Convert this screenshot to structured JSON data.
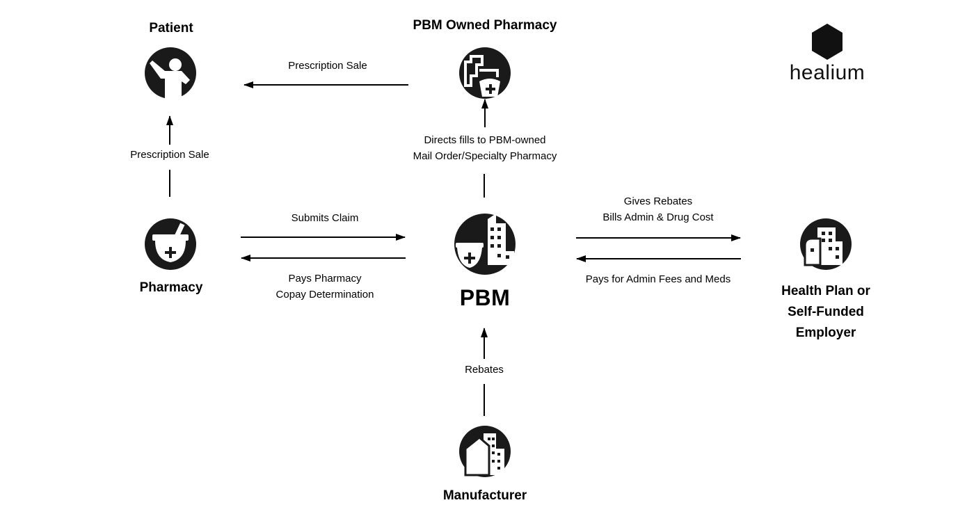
{
  "brand": {
    "logo_text": "healium",
    "logo_icon": "hexagon-icon"
  },
  "nodes": {
    "patient": {
      "title": "Patient",
      "icon": "person-waving-icon"
    },
    "pbm_pharmacy": {
      "title": "PBM Owned Pharmacy",
      "icon": "pharmacy-building-icon"
    },
    "pharmacy": {
      "title": "Pharmacy",
      "icon": "mortar-pestle-icon"
    },
    "pbm": {
      "title": "PBM",
      "icon": "mortar-building-icon"
    },
    "health_plan": {
      "title_lines": [
        "Health Plan or",
        "Self-Funded",
        "Employer"
      ],
      "icon": "buildings-icon"
    },
    "manufacturer": {
      "title": "Manufacturer",
      "icon": "factory-building-icon"
    }
  },
  "edges": {
    "pbm_pharmacy_to_patient": {
      "label": "Prescription Sale"
    },
    "pharmacy_to_patient": {
      "label": "Prescription Sale"
    },
    "pbm_to_pbm_pharmacy": {
      "label_lines": [
        "Directs fills to PBM-owned",
        "Mail Order/Specialty Pharmacy"
      ]
    },
    "pharmacy_to_pbm": {
      "label": "Submits Claim"
    },
    "pbm_to_pharmacy": {
      "label_lines": [
        "Pays Pharmacy",
        "Copay Determination"
      ]
    },
    "pbm_to_health_plan": {
      "label_lines": [
        "Gives Rebates",
        "Bills Admin & Drug Cost"
      ]
    },
    "health_plan_to_pbm": {
      "label": "Pays for Admin Fees and Meds"
    },
    "manufacturer_to_pbm": {
      "label": "Rebates"
    }
  }
}
